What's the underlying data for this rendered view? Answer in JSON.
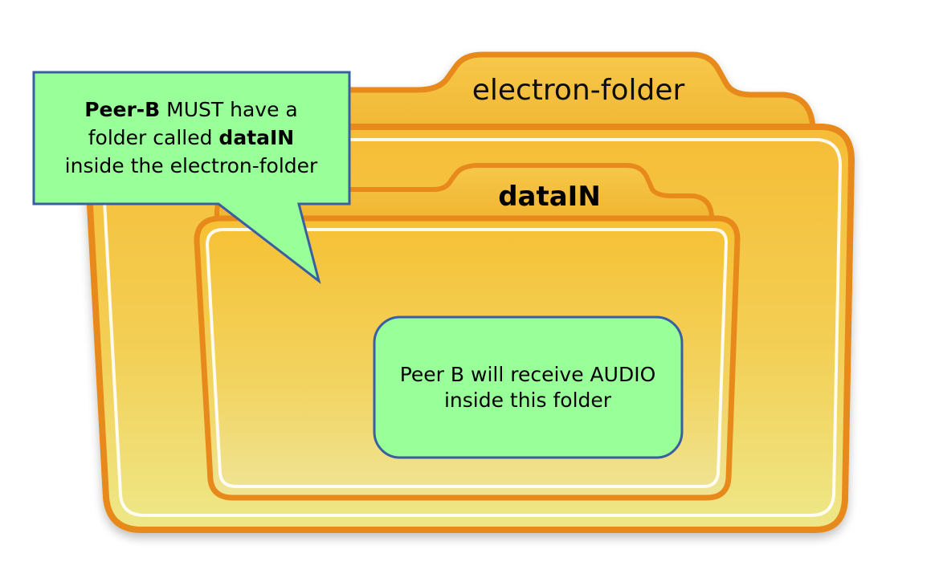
{
  "outer_folder": {
    "label": "electron-folder"
  },
  "inner_folder": {
    "label": "dataIN"
  },
  "callout": {
    "line1_bold": "Peer-B",
    "line1_rest": " MUST have a",
    "line2_plain": "folder called ",
    "line2_bold": "dataIN",
    "line3": "inside the electron-folder"
  },
  "note_box": {
    "line1": "Peer B will receive AUDIO",
    "line2": "inside this folder"
  },
  "colors": {
    "folder_fill": "#f4c23e",
    "folder_edge": "#e88a1a",
    "callout_fill": "#99ff99",
    "callout_border": "#3a5fa0"
  }
}
